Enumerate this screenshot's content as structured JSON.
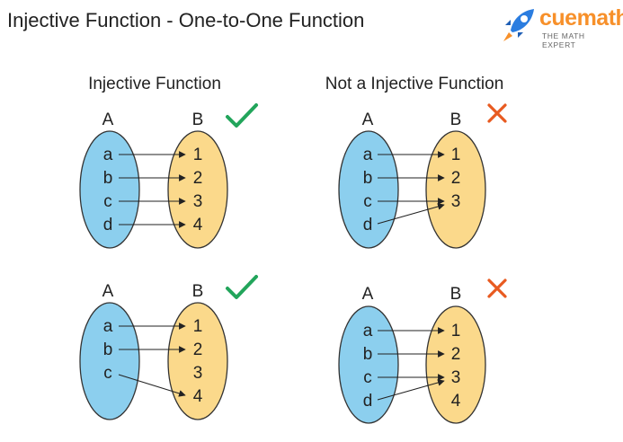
{
  "page": {
    "title": "Injective Function - One-to-One Function",
    "logo_name": "cuemath",
    "logo_tagline": "THE MATH EXPERT"
  },
  "colors": {
    "set_a": "#8ccfee",
    "set_b": "#fbd98b",
    "check": "#22a55b",
    "cross": "#e85a20",
    "logo": "#f7902a"
  },
  "diagrams": [
    {
      "label": "Injective Function",
      "set_a_label": "A",
      "set_b_label": "B",
      "a": [
        "a",
        "b",
        "c",
        "d"
      ],
      "b": [
        "1",
        "2",
        "3",
        "4"
      ],
      "mappings": [
        [
          "a",
          "1"
        ],
        [
          "b",
          "2"
        ],
        [
          "c",
          "3"
        ],
        [
          "d",
          "4"
        ]
      ],
      "mark": "check-icon"
    },
    {
      "label": "Not a Injective Function",
      "set_a_label": "A",
      "set_b_label": "B",
      "a": [
        "a",
        "b",
        "c",
        "d"
      ],
      "b": [
        "1",
        "2",
        "3"
      ],
      "mappings": [
        [
          "a",
          "1"
        ],
        [
          "b",
          "2"
        ],
        [
          "c",
          "3"
        ],
        [
          "d",
          "3"
        ]
      ],
      "mark": "cross-icon"
    },
    {
      "label": "",
      "set_a_label": "A",
      "set_b_label": "B",
      "a": [
        "a",
        "b",
        "c"
      ],
      "b": [
        "1",
        "2",
        "3",
        "4"
      ],
      "mappings": [
        [
          "a",
          "1"
        ],
        [
          "b",
          "2"
        ],
        [
          "c",
          "4"
        ]
      ],
      "mark": "check-icon"
    },
    {
      "label": "",
      "set_a_label": "A",
      "set_b_label": "B",
      "a": [
        "a",
        "b",
        "c",
        "d"
      ],
      "b": [
        "1",
        "2",
        "3",
        "4"
      ],
      "mappings": [
        [
          "a",
          "1"
        ],
        [
          "b",
          "2"
        ],
        [
          "c",
          "3"
        ],
        [
          "d",
          "3"
        ]
      ],
      "mark": "cross-icon"
    }
  ]
}
